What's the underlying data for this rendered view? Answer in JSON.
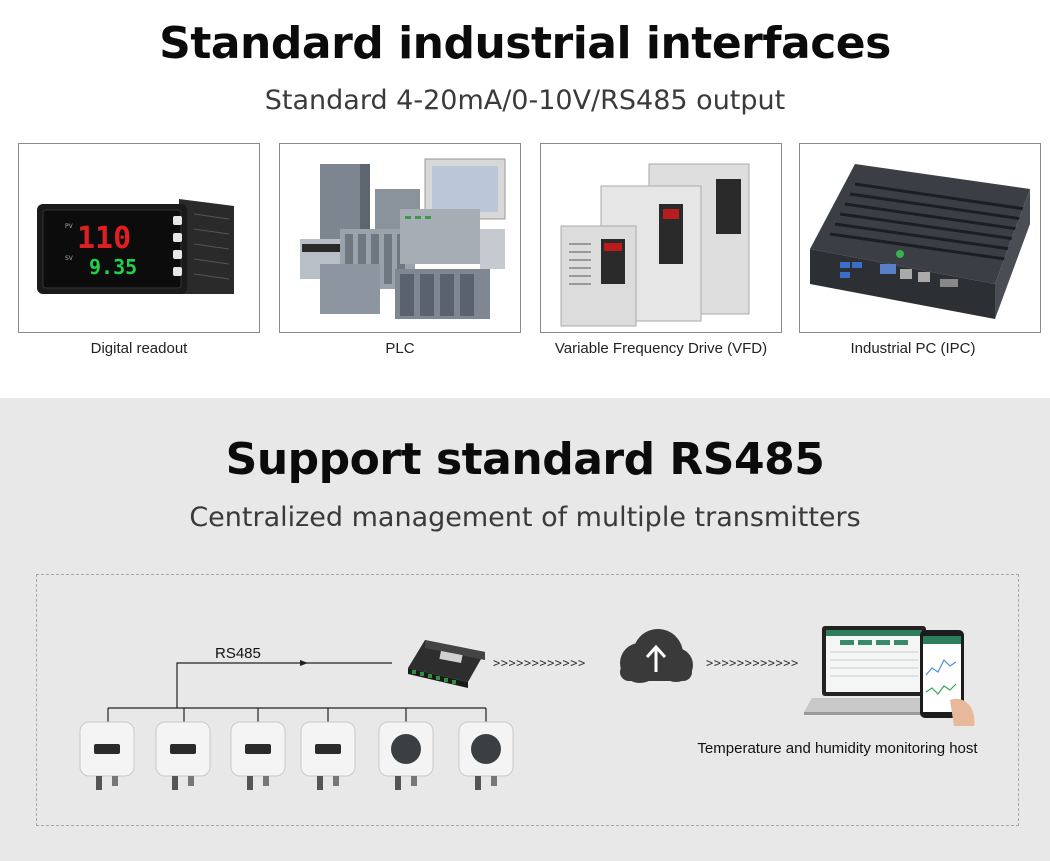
{
  "section_interfaces": {
    "title": "Standard industrial interfaces",
    "subtitle": "Standard 4-20mA/0-10V/RS485 output",
    "devices": [
      {
        "label": "Digital readout",
        "display_pv": "110",
        "display_sv": "9.35",
        "pv_color": "#e02020",
        "sv_color": "#22d14a"
      },
      {
        "label": "PLC"
      },
      {
        "label": "Variable Frequency Drive (VFD)"
      },
      {
        "label": "Industrial PC (IPC)"
      }
    ]
  },
  "section_rs485": {
    "title": "Support standard RS485",
    "subtitle": "Centralized management of multiple transmitters",
    "bus_label": "RS485",
    "arrow_text_1": ">>>>>>>>>>>>",
    "arrow_text_2": ">>>>>>>>>>>>",
    "host_label": "Temperature and humidity monitoring host",
    "transmitter_count": 6,
    "cloud_icon": "cloud-upload-icon"
  }
}
